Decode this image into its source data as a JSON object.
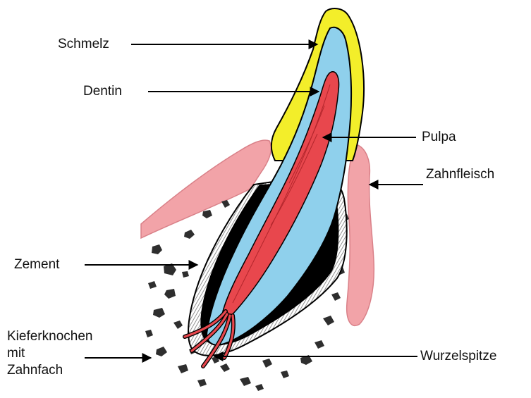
{
  "labels": {
    "schmelz": "Schmelz",
    "dentin": "Dentin",
    "pulpa": "Pulpa",
    "zahnfleisch": "Zahnfleisch",
    "zement": "Zement",
    "kieferknochen": [
      "Kieferknochen",
      "mit",
      "Zahnfach"
    ],
    "wurzelspitze": "Wurzelspitze"
  },
  "colors": {
    "enamel": "#f3ee2a",
    "dentin": "#8fd0ec",
    "pulp": "#e8474d",
    "gum": "#f2a3a8",
    "cementum": "#9a9a9a",
    "outline": "#000000",
    "bone_speckle": "#333333"
  }
}
